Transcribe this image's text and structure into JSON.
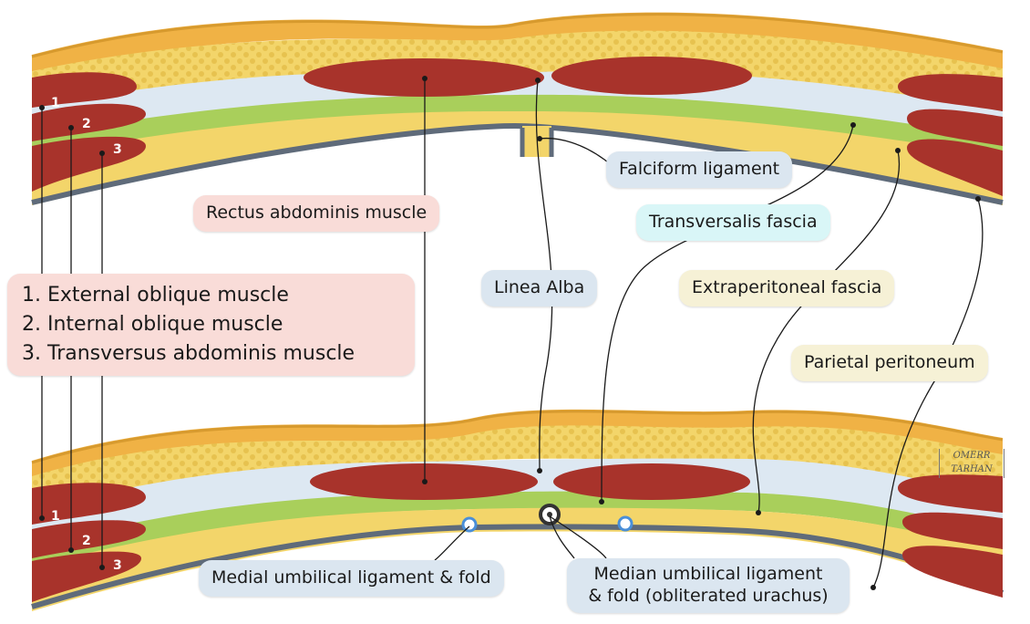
{
  "labels": {
    "rectus": "Rectus abdominis muscle",
    "falciform": "Falciform ligament",
    "transversalis": "Transversalis fascia",
    "linea_alba": "Linea Alba",
    "extraperitoneal": "Extraperitoneal fascia",
    "parietal": "Parietal peritoneum",
    "medial_umbilical": "Medial umbilical ligament & fold",
    "median_umbilical_1": "Median umbilical ligament",
    "median_umbilical_2": "& fold (obliterated urachus)"
  },
  "legend": [
    "1. External oblique muscle",
    "2. Internal oblique muscle",
    "3. Transversus abdominis muscle"
  ],
  "muscle_numbers": [
    "1",
    "2",
    "3"
  ],
  "watermark": [
    "OMERR",
    "TARHAN"
  ],
  "colors": {
    "skin_orange": "#f0b245",
    "fat_yellow": "#f3d56a",
    "fascia_blue": "#dde8f2",
    "fascia_green": "#a9cf5b",
    "muscle_red": "#a8332b",
    "peritoneum_gray": "#5f6b7a"
  }
}
